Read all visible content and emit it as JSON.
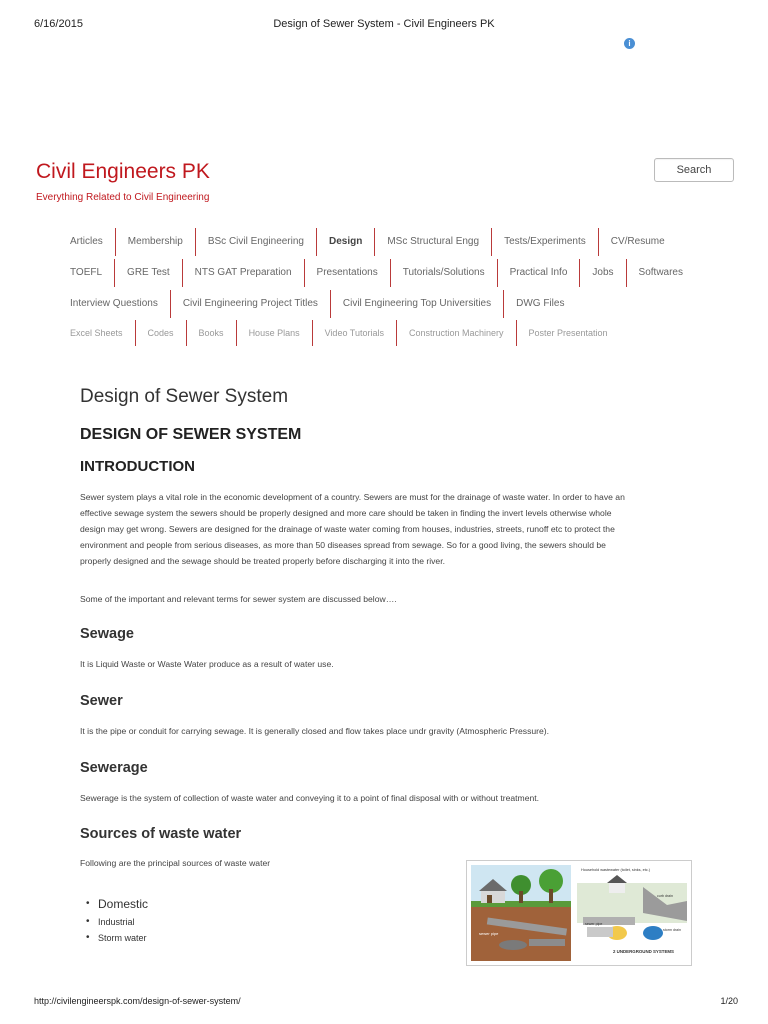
{
  "print_header": {
    "date": "6/16/2015",
    "title": "Design of Sewer System - Civil Engineers PK"
  },
  "site": {
    "title": "Civil Engineers PK",
    "tagline": "Everything Related to Civil Engineering",
    "search_label": "Search"
  },
  "nav": {
    "row1": [
      "Articles",
      "Membership",
      "BSc Civil Engineering",
      "Design",
      "MSc Structural Engg",
      "Tests/Experiments",
      "CV/Resume"
    ],
    "row2": [
      "TOEFL",
      "GRE Test",
      "NTS GAT Preparation",
      "Presentations",
      "Tutorials/Solutions",
      "Practical Info",
      "Jobs",
      "Softwares"
    ],
    "row3": [
      "Interview Questions",
      "Civil Engineering Project Titles",
      "Civil Engineering Top Universities",
      "DWG Files"
    ],
    "row4": [
      "Excel Sheets",
      "Codes",
      "Books",
      "House Plans",
      "Video Tutorials",
      "Construction Machinery",
      "Poster Presentation"
    ],
    "active": "Design"
  },
  "article": {
    "heading": "Design of Sewer System",
    "caps_heading": "DESIGN OF SEWER SYSTEM",
    "intro_heading": "INTRODUCTION",
    "intro_lines": [
      "Sewer system plays a vital role in the economic development of a country. Sewers are must for the drainage of waste water. In order to have an",
      "effective sewage system the sewers should be properly designed and more care should be taken in finding the invert levels otherwise whole",
      "design may get wrong. Sewers are designed for the drainage of waste water coming from houses, industries, streets, runoff etc to protect the",
      "environment and people from serious diseases, as more than 50 diseases spread from sewage. So for a good living, the sewers should be",
      "properly designed and the sewage should be treated properly before discharging it into the river."
    ],
    "terms_intro": "Some of the important and relevant terms for sewer system are discussed below….",
    "sewage_heading": "Sewage",
    "sewage_text": "It is Liquid Waste or Waste Water produce as a result of water use.",
    "sewer_heading": "Sewer",
    "sewer_text": "It is the pipe or conduit for carrying sewage. It is generally closed and flow takes place undr gravity (Atmospheric Pressure).",
    "sewerage_heading": "Sewerage",
    "sewerage_text": "Sewerage is the system of collection of waste water and conveying it to a point of final disposal with or without treatment.",
    "sources_heading": "Sources of waste water",
    "sources_intro": "Following are the principal sources of waste water",
    "sources": [
      "Domestic",
      "Industrial",
      "Storm water"
    ]
  },
  "illustration": {
    "left_label": "sewer pipe",
    "right_title": "Household wastewater (toilet, sinks, etc.)",
    "right_labels": [
      "sewer pipe",
      "storm drain",
      "curb drain"
    ],
    "systems_label": "2 UNDERGROUND SYSTEMS"
  },
  "print_footer": {
    "url": "http://civilengineerspk.com/design-of-sewer-system/",
    "page": "1/20"
  }
}
